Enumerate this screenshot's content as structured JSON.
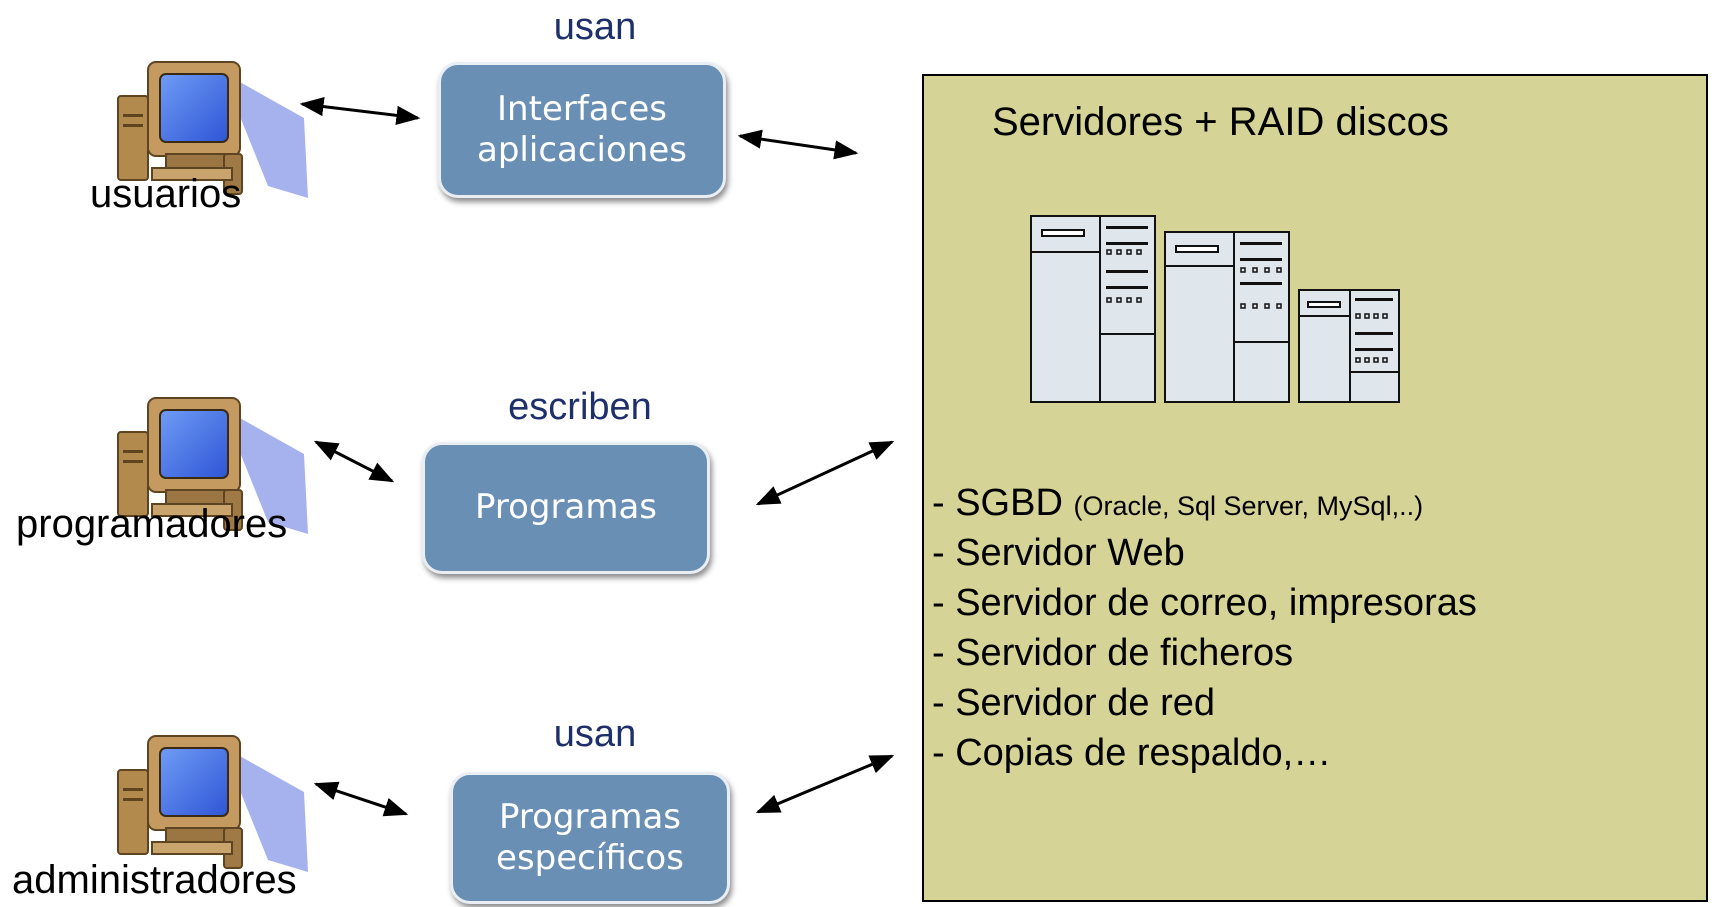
{
  "users": [
    {
      "label": "usuarios",
      "icon": "computer-icon"
    },
    {
      "label": "programadores",
      "icon": "computer-icon"
    },
    {
      "label": "administradores",
      "icon": "computer-icon"
    }
  ],
  "verbs": {
    "top": "usan",
    "middle": "escriben",
    "bottom": "usan"
  },
  "boxes": {
    "interfaces": [
      "Interfaces",
      "aplicaciones"
    ],
    "programas": [
      "Programas"
    ],
    "especificos": [
      "Programas",
      "específicos"
    ]
  },
  "panel": {
    "title": "Servidores + RAID discos",
    "server_icon": "server-rack-icon",
    "services": [
      {
        "main": "- SGBD ",
        "detail": "(Oracle, Sql Server, MySql,..)"
      },
      {
        "main": "- Servidor Web",
        "detail": ""
      },
      {
        "main": "- Servidor de correo, impresoras",
        "detail": ""
      },
      {
        "main": "- Servidor de ficheros",
        "detail": ""
      },
      {
        "main": "- Servidor de red",
        "detail": ""
      },
      {
        "main": "- Copias de respaldo,…",
        "detail": ""
      }
    ]
  },
  "colors": {
    "box": "#6a8fb4",
    "panel": "#d5d396",
    "verb": "#1f2f6b",
    "screen": "#3d6de8",
    "case": "#b38a4e"
  }
}
